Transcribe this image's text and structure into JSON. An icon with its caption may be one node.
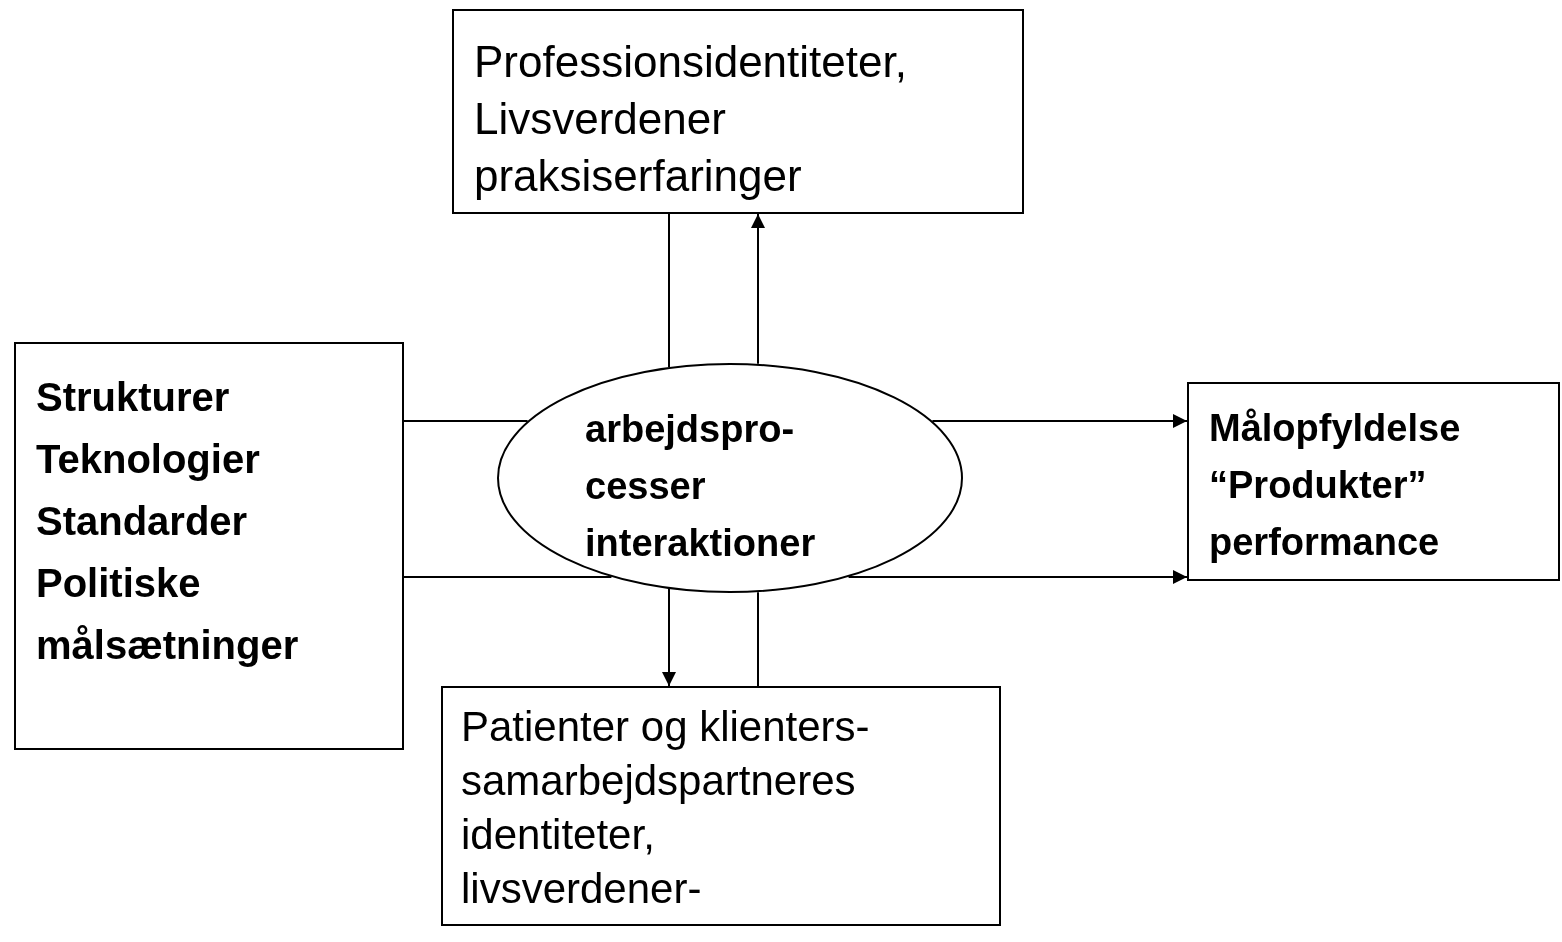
{
  "diagram": {
    "nodes": [
      {
        "text": [
          "Professionsidentiteter, Livsverdener praksiserfaringer"
        ]
      },
      {
        "text": [
          "Strukturer Teknologier Standarder Politiske målsætninger"
        ]
      },
      {
        "text": [
          "arbejdspro- cesser interaktioner"
        ]
      },
      {
        "text": [
          "Målopfyldelse “Produkter” performance"
        ]
      },
      {
        "text": [
          "Patienter og klienters- samarbejdspartneres identiteter, livsverdener-"
        ]
      }
    ],
    "edges": [
      {
        "from": 1,
        "to": 2,
        "arrow": "none"
      },
      {
        "from": 2,
        "to": 3,
        "arrow": "to"
      },
      {
        "from": 1,
        "to": 2,
        "arrow": "none"
      },
      {
        "from": 2,
        "to": 3,
        "arrow": "to"
      },
      {
        "from": 0,
        "to": 2,
        "arrow": "none"
      },
      {
        "from": 2,
        "to": 0,
        "arrow": "to"
      },
      {
        "from": 2,
        "to": 4,
        "arrow": "to"
      },
      {
        "from": 2,
        "to": 4,
        "arrow": "none"
      }
    ]
  }
}
